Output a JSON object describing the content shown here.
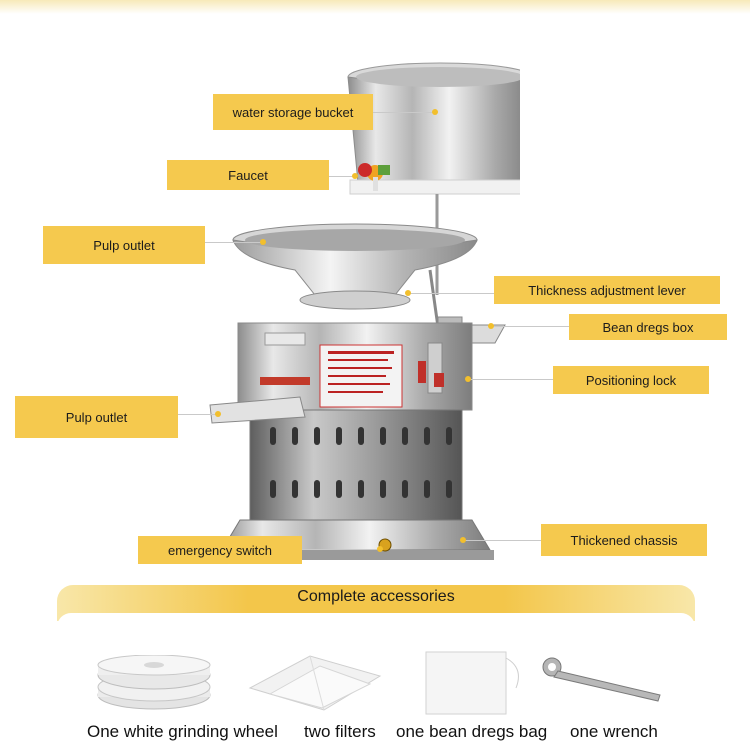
{
  "callouts": {
    "water_storage_bucket": "water storage bucket",
    "faucet": "Faucet",
    "pulp_outlet_top": "Pulp outlet",
    "thickness_adjustment_lever": "Thickness adjustment lever",
    "bean_dregs_box": "Bean dregs box",
    "positioning_lock": "Positioning lock",
    "pulp_outlet_side": "Pulp outlet",
    "emergency_switch": "emergency switch",
    "thickened_chassis": "Thickened chassis"
  },
  "accessories": {
    "title": "Complete accessories",
    "items": [
      {
        "label": "One white grinding wheel",
        "icon": "grinding-wheel-icon"
      },
      {
        "label": "two filters",
        "icon": "filter-icon"
      },
      {
        "label": "one bean dregs bag",
        "icon": "dregs-bag-icon"
      },
      {
        "label": "one wrench",
        "icon": "wrench-icon"
      }
    ]
  },
  "colors": {
    "label_bg": "#f5c94e",
    "accent_dot": "#f2bf2d",
    "steel": "#c8c8c8"
  }
}
